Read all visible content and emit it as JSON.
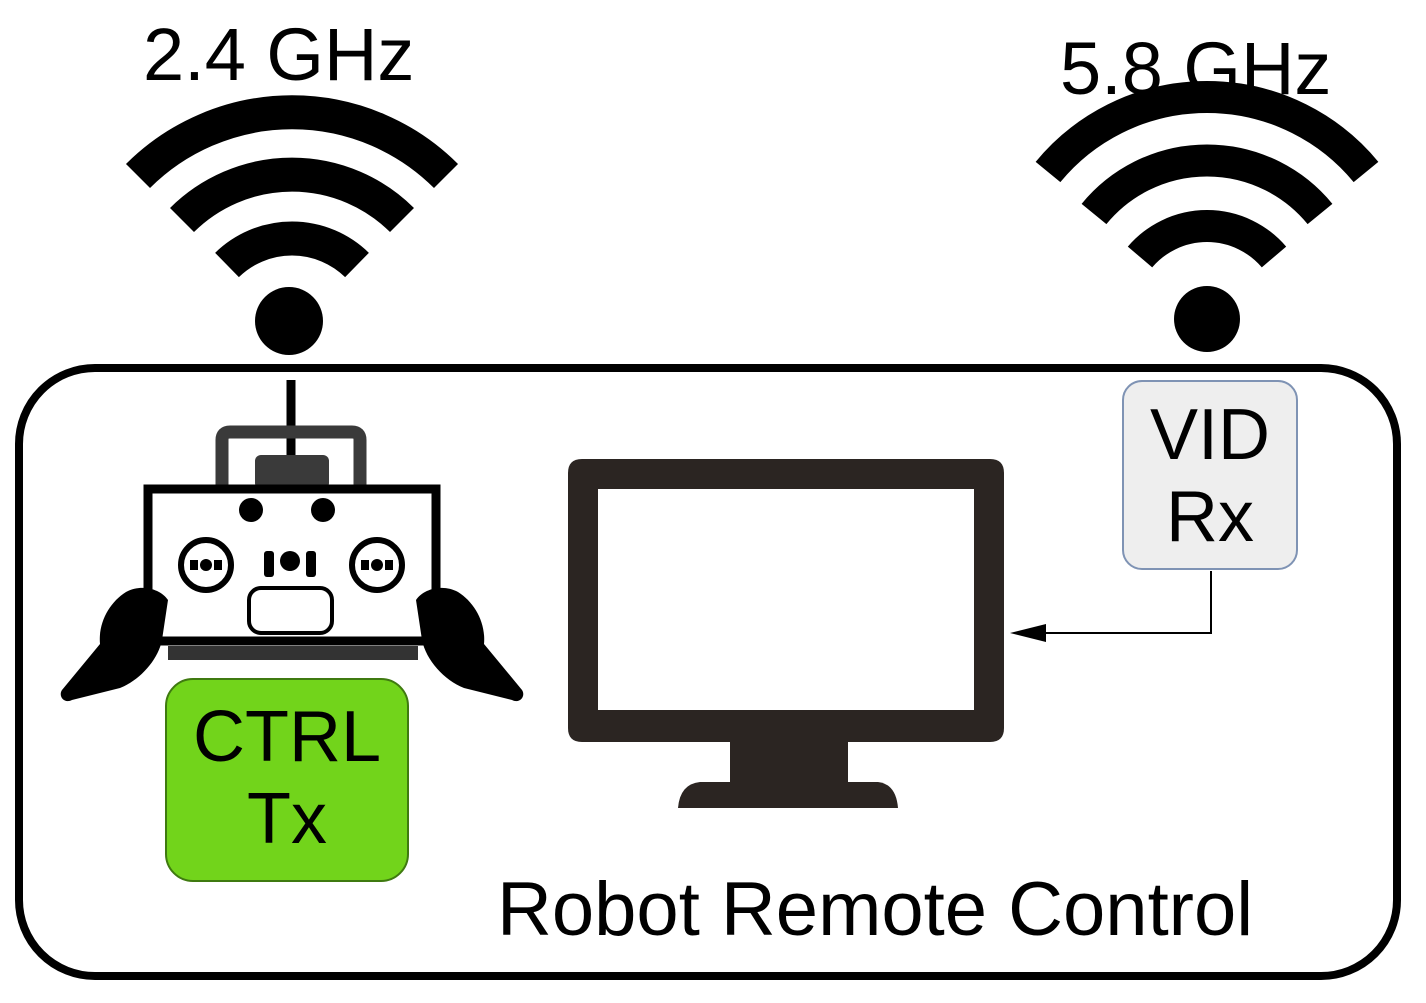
{
  "links": {
    "control_frequency": "2.4 GHz",
    "video_frequency": "5.8 GHz"
  },
  "modules": {
    "ctrl_tx": {
      "line1": "CTRL",
      "line2": "Tx",
      "color": "#72d41b"
    },
    "vid_rx": {
      "line1": "VID",
      "line2": "Rx",
      "color": "#eeeeee"
    }
  },
  "system": {
    "caption": "Robot Remote Control"
  },
  "icons": [
    "wifi-signal-icon",
    "rc-transmitter-icon",
    "hands-icon",
    "monitor-icon",
    "arrow-icon"
  ]
}
